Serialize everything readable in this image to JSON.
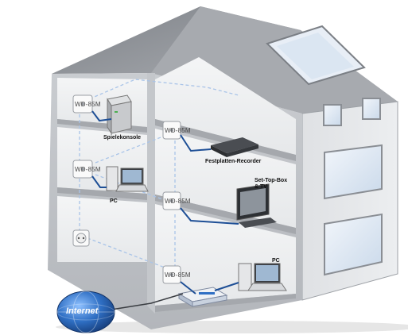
{
  "adapter_label": "WD-85M",
  "labels": {
    "spielekonsole": "Spielekonsole",
    "festplatten": "Festplatten-Recorder",
    "pc_left": "PC",
    "settop": "Set-Top-Box\n& TV",
    "pc_right": "PC",
    "internet": "Internet"
  },
  "colors": {
    "wall_gray": "#b9bcc0",
    "roof_gray": "#8e9196",
    "cable_blue": "#1e4f96",
    "powerline_dash": "#a9c4e8",
    "globe_blue": "#2f6fc4",
    "window_blue": "#dbe6f2"
  }
}
